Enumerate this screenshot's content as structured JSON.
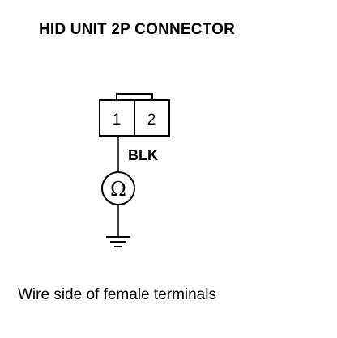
{
  "diagram": {
    "title": "HID UNIT 2P CONNECTOR",
    "connector": {
      "pins": [
        "1",
        "2"
      ]
    },
    "wire": {
      "color_label": "BLK"
    },
    "meter": {
      "symbol": "Ω"
    },
    "ground_icon": "ground-symbol-icon",
    "caption": "Wire side of female terminals"
  },
  "colors": {
    "ink": "#000000",
    "background": "#ffffff"
  }
}
